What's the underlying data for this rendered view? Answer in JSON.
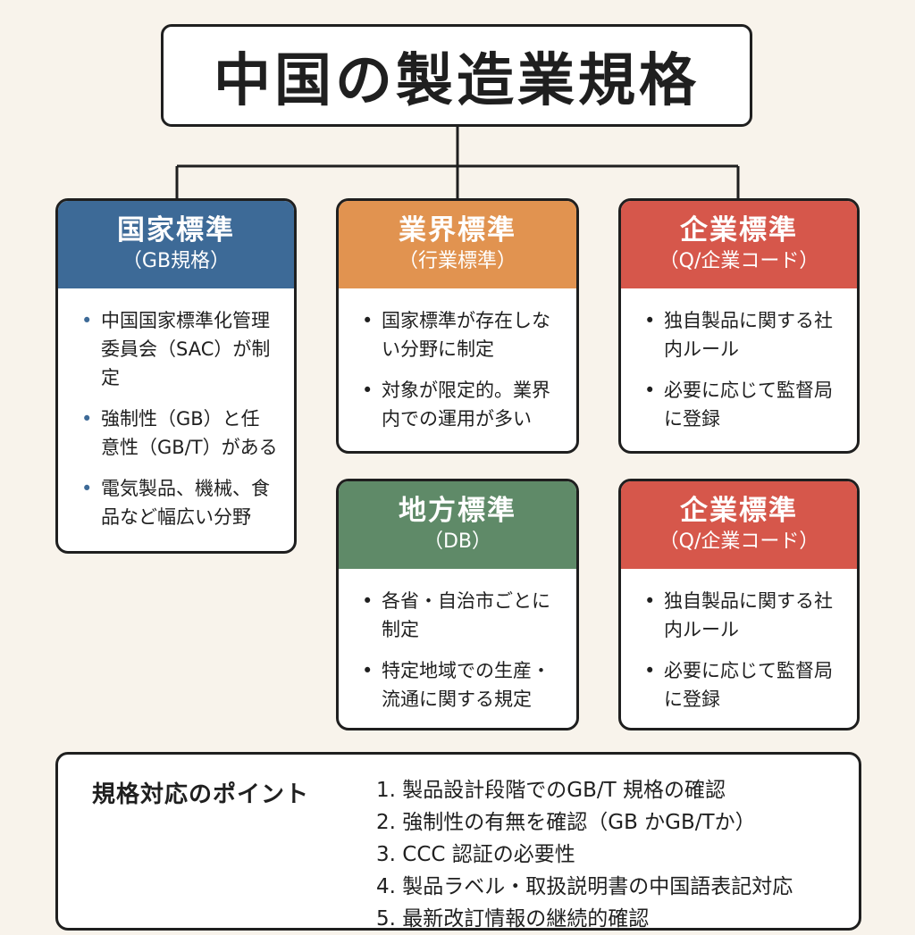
{
  "title": "中国の製造業規格",
  "colors": {
    "national": "#3d6a97",
    "industry": "#e19350",
    "enterprise": "#d6574b",
    "local": "#5f8a68"
  },
  "cards": {
    "national": {
      "name": "国家標準",
      "code": "（GB規格）",
      "bullets": [
        "中国国家標準化管理委員会（SAC）が制定",
        "強制性（GB）と任意性（GB/T）がある",
        "電気製品、機械、食品など幅広い分野"
      ]
    },
    "industry": {
      "name": "業界標準",
      "code": "（行業標準）",
      "bullets": [
        "国家標準が存在しない分野に制定",
        "対象が限定的。業界内での運用が多い"
      ]
    },
    "enterprise": {
      "name": "企業標準",
      "code": "（Q/企業コード）",
      "bullets": [
        "独自製品に関する社内ルール",
        "必要に応じて監督局に登録"
      ]
    },
    "local": {
      "name": "地方標準",
      "code": "（DB）",
      "bullets": [
        "各省・自治市ごとに制定",
        "特定地域での生産・流通に関する規定"
      ]
    },
    "enterprise2": {
      "name": "企業標準",
      "code": "（Q/企業コード）",
      "bullets": [
        "独自製品に関する社内ルール",
        "必要に応じて監督局に登録"
      ]
    }
  },
  "points": {
    "heading": "規格対応のポイント",
    "items": [
      "1. 製品設計段階でのGB/T 規格の確認",
      "2. 強制性の有無を確認（GB かGB/Tか）",
      "3. CCC 認証の必要性",
      "4. 製品ラベル・取扱説明書の中国語表記対応",
      "5. 最新改訂情報の継続的確認"
    ]
  }
}
